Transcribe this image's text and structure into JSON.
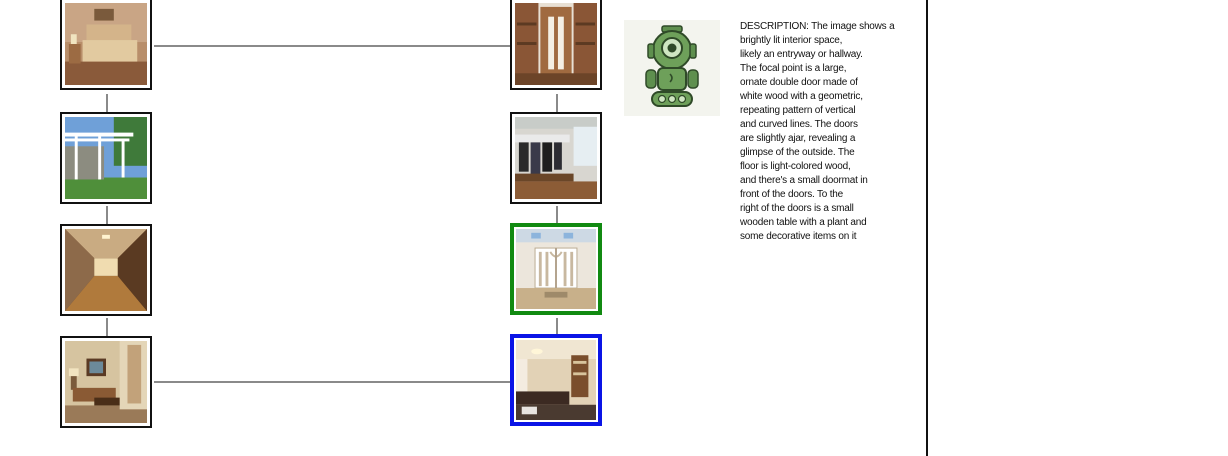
{
  "description": {
    "text": "DESCRIPTION: The image shows a\nbrightly lit interior space,\nlikely an entryway or hallway.\nThe focal point is a large,\nornate double door made of\nwhite wood with a geometric,\nrepeating pattern of vertical\nand curved lines. The doors\nare slightly ajar, revealing a\nglimpse of the outside. The\nfloor is light-colored wood,\nand there's a small doormat in\nfront of the doors. To the\nright of the doors is a small\nwooden table with a plant and\nsome decorative items on it"
  },
  "thumbnails": {
    "left": [
      "bedroom",
      "pergola patio",
      "hallway",
      "living room"
    ],
    "right": [
      "closet shelves",
      "mudroom coat hooks",
      "double door entryway (selected green)",
      "sitting room (selected blue)"
    ]
  },
  "colors": {
    "connector": "#8a8a8a",
    "selected_green": "#118a11",
    "selected_blue": "#0a14e6",
    "robot_green": "#5e8f4e"
  }
}
